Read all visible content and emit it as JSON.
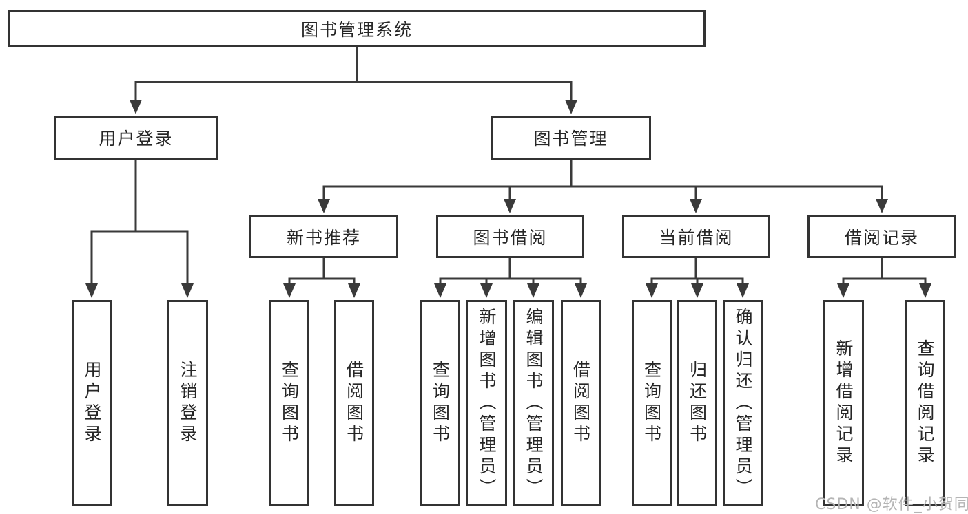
{
  "diagram": {
    "root_label": "图书管理系统",
    "level1": [
      {
        "label": "用户登录"
      },
      {
        "label": "图书管理"
      }
    ],
    "level2": [
      {
        "label": "新书推荐"
      },
      {
        "label": "图书借阅"
      },
      {
        "label": "当前借阅"
      },
      {
        "label": "借阅记录"
      }
    ],
    "leaves": [
      {
        "label": "用户登录"
      },
      {
        "label": "注销登录"
      },
      {
        "label": "查询图书"
      },
      {
        "label": "借阅图书"
      },
      {
        "label": "查询图书"
      },
      {
        "label": "新增图书（管理员）"
      },
      {
        "label": "编辑图书（管理员）"
      },
      {
        "label": "借阅图书"
      },
      {
        "label": "查询图书"
      },
      {
        "label": "归还图书"
      },
      {
        "label": "确认归还（管理员）"
      },
      {
        "label": "新增借阅记录"
      },
      {
        "label": "查询借阅记录"
      }
    ]
  },
  "watermark": {
    "text": "CSDN @软件_小贺同学"
  },
  "colors": {
    "line": "#3a3a3a",
    "border": "#333333",
    "text": "#262626",
    "watermark": "#b5b5b5",
    "background": "#ffffff"
  }
}
